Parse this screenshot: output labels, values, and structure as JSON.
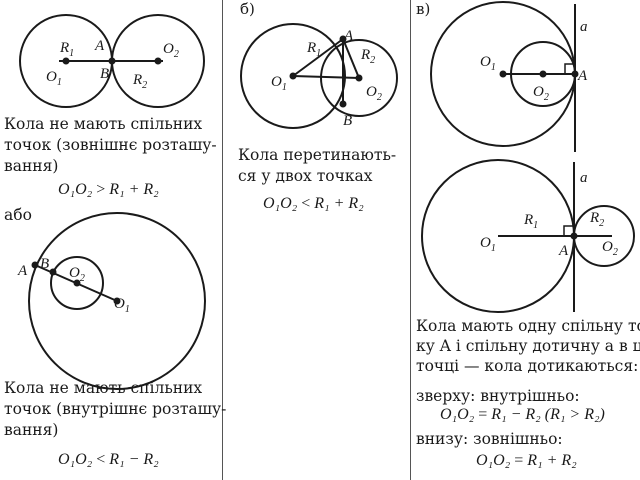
{
  "panel_a": {
    "caption_lines": [
      "Кола не мають спільних",
      "точок (зовнішнє розташу-",
      "вання)"
    ],
    "formula_ext": {
      "lhs": "O₁O₂",
      "op": ">",
      "rhs": "R₁ + R₂"
    },
    "separator": "або",
    "caption2_lines": [
      "Кола не мають спільних",
      "точок (внутрішнє розташу-",
      "вання)"
    ],
    "formula_int": {
      "lhs": "O₁O₂",
      "op": "<",
      "rhs": "R₁ − R₂"
    }
  },
  "panel_b": {
    "mark": "б)",
    "caption_lines": [
      "Кола перетинають-",
      "ся у двох точках"
    ],
    "formula": {
      "lhs": "O₁O₂",
      "op": "<",
      "rhs": "R₁ + R₂"
    }
  },
  "panel_c": {
    "mark": "в)",
    "caption_lines": [
      "Кола мають одну спільну точ-",
      "ку A і спільну дотичну a в цій",
      "точці — кола дотикаються:"
    ],
    "upper_label": "зверху: внутрішньо:",
    "formula_upper": {
      "lhs": "O₁O₂",
      "op": "=",
      "rhs": "R₁ − R₂",
      "cond": "(R₁ > R₂)"
    },
    "lower_label": "внизу: зовнішньо:",
    "formula_lower": {
      "lhs": "O₁O₂",
      "op": "=",
      "rhs": "R₁ + R₂"
    }
  },
  "labels": {
    "O1": "O",
    "O2": "O",
    "R1": "R",
    "R2": "R",
    "A": "A",
    "B": "B",
    "tangent": "a",
    "one": "1",
    "two": "2"
  }
}
